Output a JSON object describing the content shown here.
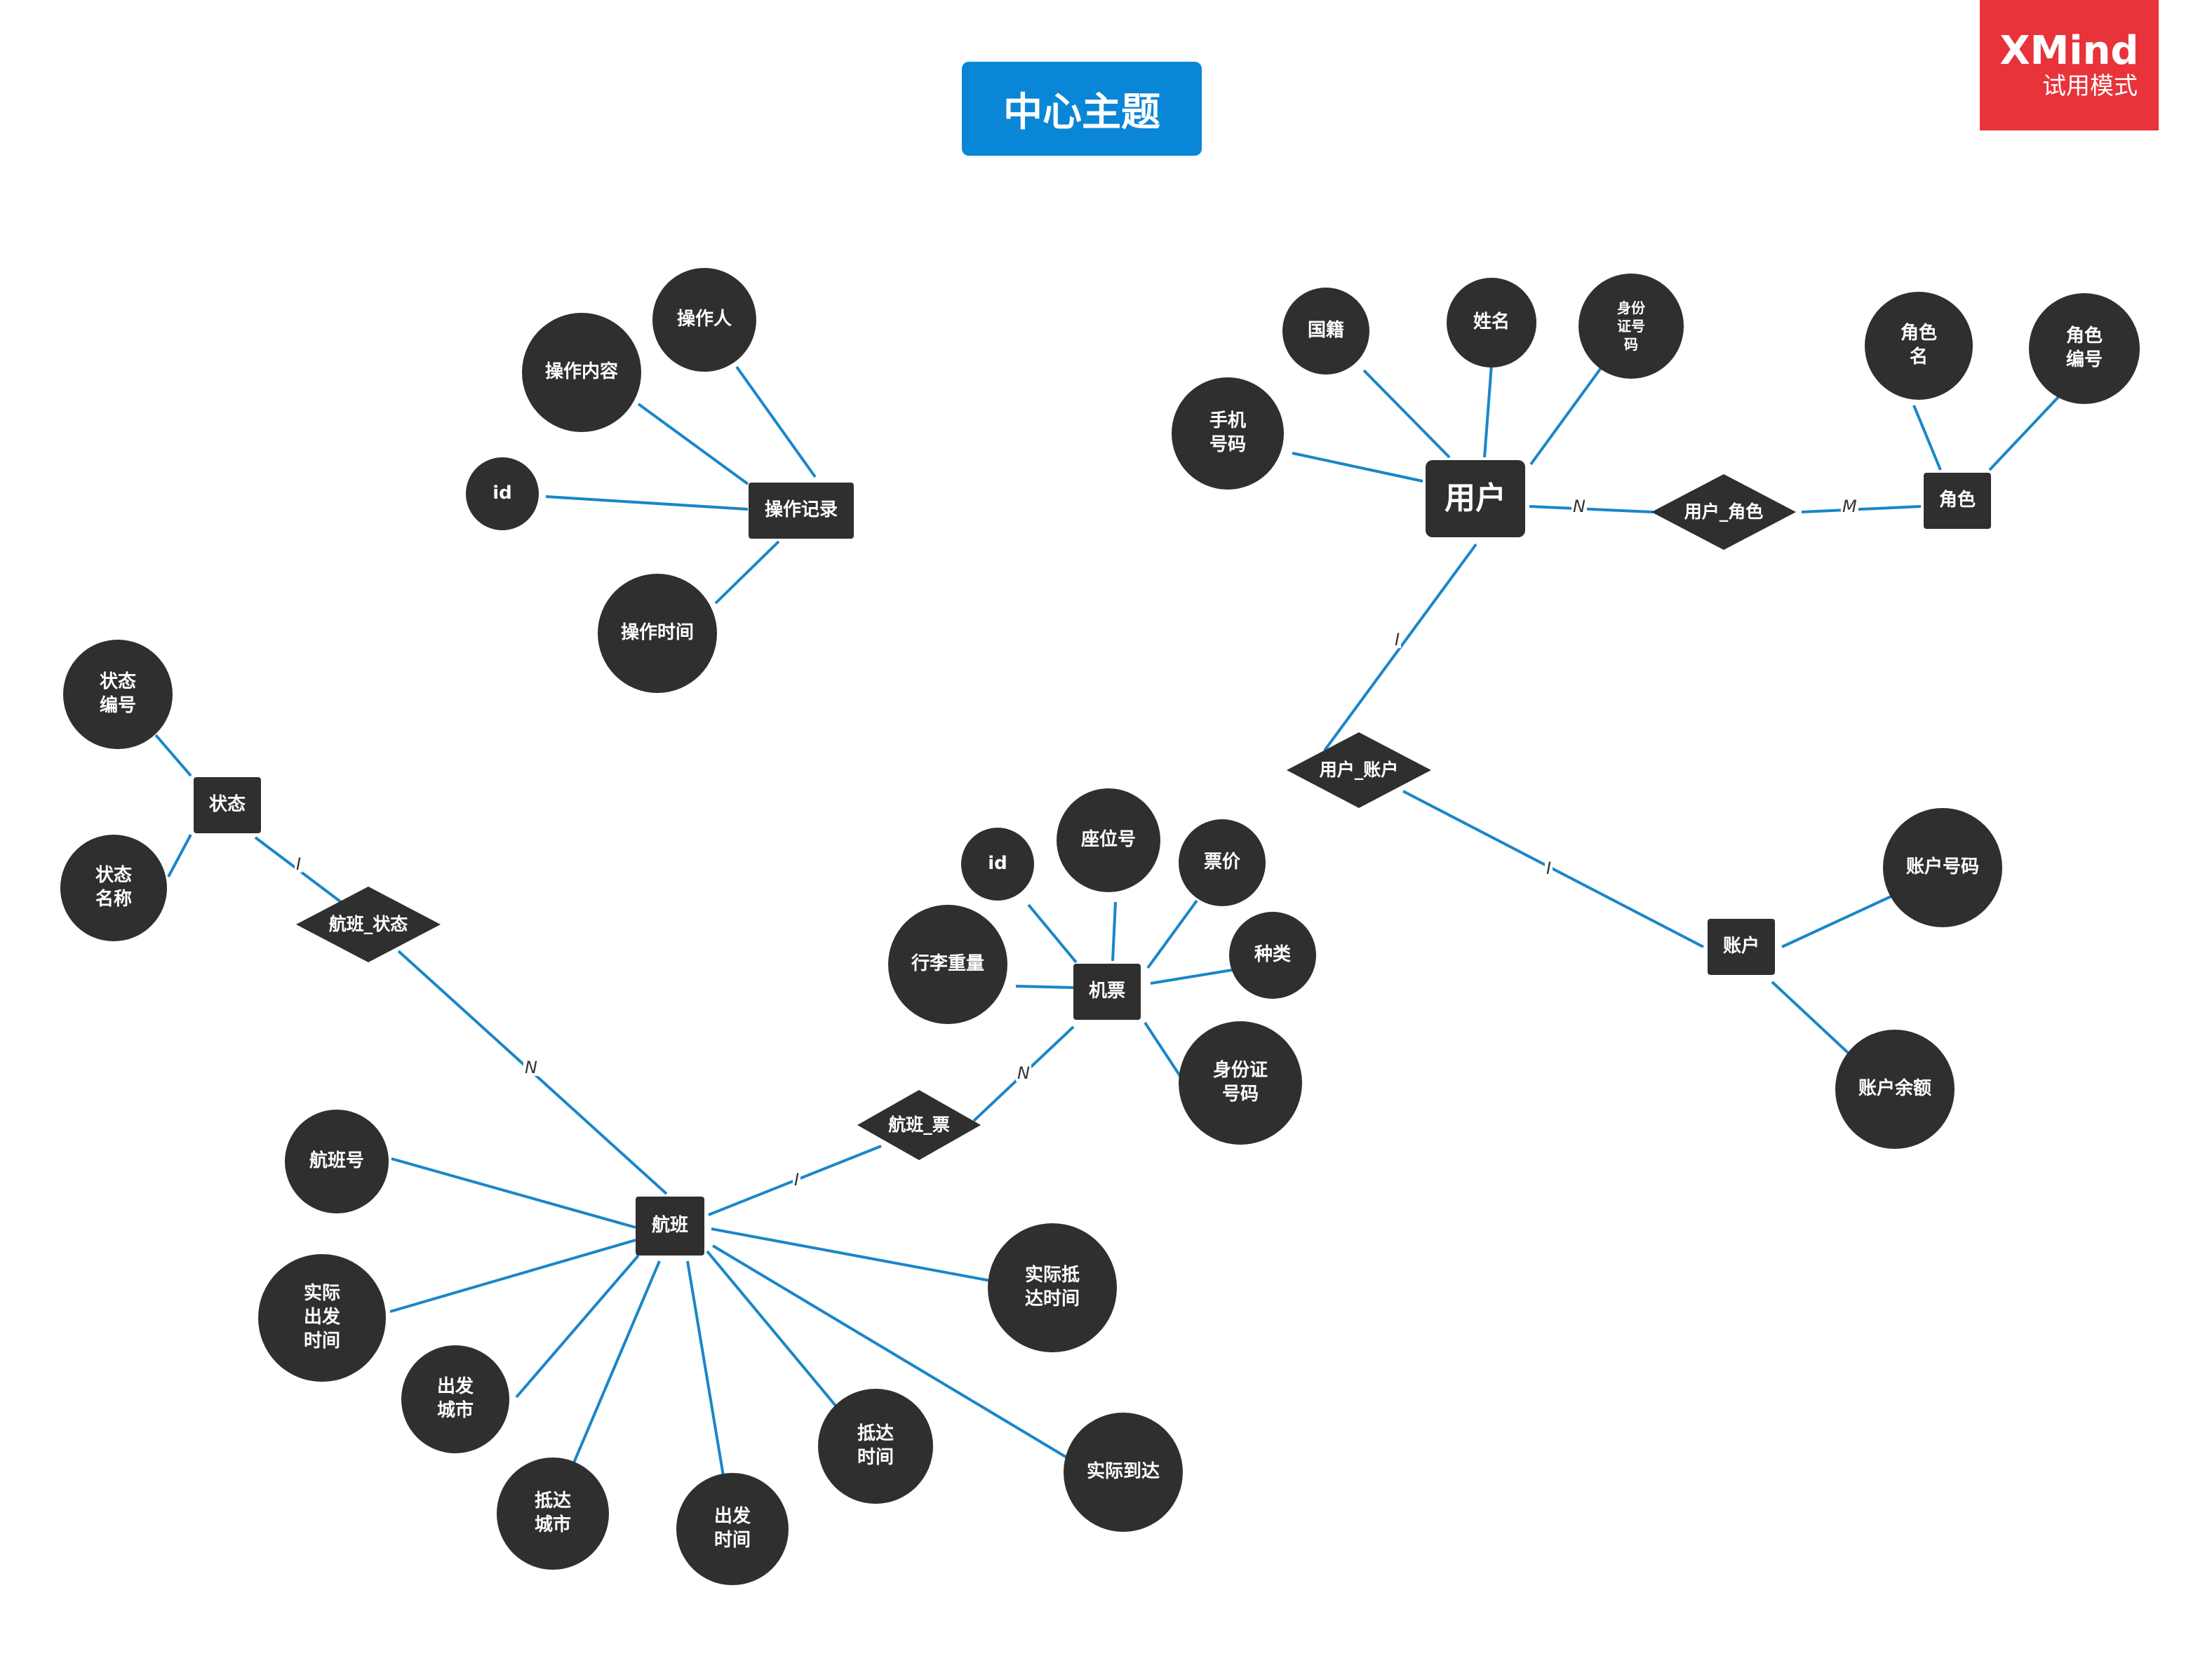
{
  "central_topic": "中心主题",
  "watermark": {
    "brand": "XMind",
    "mode": "试用模式"
  },
  "colors": {
    "line": "#1a86c8",
    "node": "#2f2f2f",
    "central": "#0a86d6",
    "watermark": "#e8333b"
  },
  "entities": {
    "operation_record": "操作记录",
    "user": "用户",
    "role": "角色",
    "account": "账户",
    "status": "状态",
    "ticket": "机票",
    "flight": "航班"
  },
  "relationships": {
    "user_role": "用户_角色",
    "user_account": "用户_账户",
    "flight_status": "航班_状态",
    "flight_ticket": "航班_票"
  },
  "attributes": {
    "op_content": "操作内容",
    "op_operator": "操作人",
    "op_id": "id",
    "op_time": "操作时间",
    "user_nationality": "国籍",
    "user_name": "姓名",
    "user_idcard": "身份\n证号\n码",
    "user_phone": "手机\n号码",
    "role_name": "角色\n名",
    "role_id": "角色\n编号",
    "account_no": "账户号码",
    "account_balance": "账户余额",
    "status_id": "状态\n编号",
    "status_name": "状态\n名称",
    "ticket_id": "id",
    "ticket_seat": "座位号",
    "ticket_price": "票价",
    "ticket_type": "种类",
    "ticket_luggage": "行李重量",
    "ticket_idcard": "身份证\n号码",
    "flight_no": "航班号",
    "flight_actual_depart": "实际\n出发\n时间",
    "flight_depart_city": "出发\n城市",
    "flight_arrive_city": "抵达\n城市",
    "flight_depart_time": "出发\n时间",
    "flight_arrive_time": "抵达\n时间",
    "flight_actual_arrival_time": "实际抵\n达时间",
    "flight_actual_arrival": "实际到达"
  },
  "cardinalities": {
    "user_to_user_role": "N",
    "user_role_to_role": "M",
    "user_to_user_account": "I",
    "user_account_to_account": "I",
    "status_to_flight_status": "I",
    "flight_status_to_flight": "N",
    "flight_to_flight_ticket": "I",
    "flight_ticket_to_ticket": "N"
  }
}
